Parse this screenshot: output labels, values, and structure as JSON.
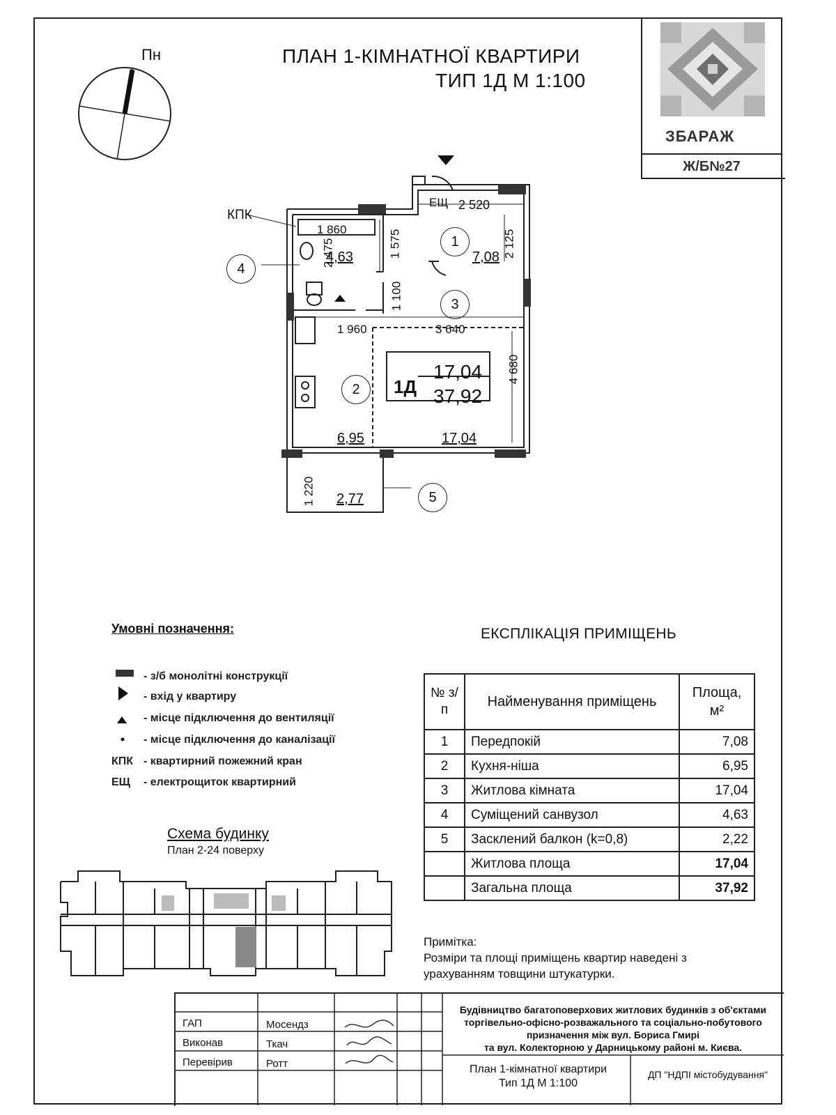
{
  "header": {
    "north": "Пн",
    "title_line1": "ПЛАН 1-КІМНАТНОЇ КВАРТИРИ",
    "title_line2": "ТИП 1Д   М 1:100"
  },
  "stamp": {
    "title": "ЗБАРАЖ",
    "subtitle": "Ж/Б№27"
  },
  "plan": {
    "kpk": "КПК",
    "eshch": "ЕЩ",
    "dim_2520": "2 520",
    "dim_1860": "1 860",
    "dim_2475": "2 475",
    "dim_1575": "1 575",
    "dim_2125": "2 125",
    "dim_1100": "1 100",
    "dim_1960": "1 960",
    "dim_3640": "3 640",
    "dim_4680": "4 680",
    "dim_1220": "1 220",
    "room1_no": "1",
    "room1_area": "7,08",
    "room2_no": "2",
    "room2_area": "6,95",
    "room3_no": "3",
    "room3_area": "17,04",
    "room4_no": "4",
    "room4_area": "4,63",
    "room5_no": "5",
    "room5_area": "2,77",
    "type_code": "1Д",
    "living_area": "17,04",
    "total_area": "37,92"
  },
  "legend": {
    "title": "Умовні позначення:",
    "items": [
      {
        "symbol": "",
        "text": "- з/б монолітні конструкції"
      },
      {
        "symbol": "",
        "text": "- вхід у квартиру"
      },
      {
        "symbol": "",
        "text": "- місце підключення до вентиляції"
      },
      {
        "symbol": "",
        "text": "- місце підключення до каналізації"
      },
      {
        "symbol": "КПК",
        "text": "- квартирний пожежний кран"
      },
      {
        "symbol": "ЕЩ",
        "text": "- електрощиток квартирний"
      }
    ]
  },
  "explication": {
    "title": "ЕКСПЛІКАЦІЯ ПРИМІЩЕНЬ",
    "col_no": "№ з/п",
    "col_name": "Найменування приміщень",
    "col_area": "Площа, м²",
    "rows": [
      {
        "no": "1",
        "name": "Передпокій",
        "area": "7,08"
      },
      {
        "no": "2",
        "name": "Кухня-ніша",
        "area": "6,95"
      },
      {
        "no": "3",
        "name": "Житлова кімната",
        "area": "17,04"
      },
      {
        "no": "4",
        "name": "Суміщений санвузол",
        "area": "4,63"
      },
      {
        "no": "5",
        "name": "Засклений балкон (k=0,8)",
        "area": "2,22"
      }
    ],
    "living_label": "Житлова площа",
    "living_value": "17,04",
    "total_label": "Загальна площа",
    "total_value": "37,92"
  },
  "note": {
    "heading": "Примітка:",
    "line1": "Розміри та площі приміщень квартир наведені з",
    "line2": "урахуванням товщини штукатурки."
  },
  "scheme": {
    "title": "Схема будинку",
    "subtitle": "План 2-24 поверху"
  },
  "footer": {
    "roles": [
      {
        "role": "ГАП",
        "name": "Мосендз"
      },
      {
        "role": "Виконав",
        "name": "Ткач"
      },
      {
        "role": "Перевірив",
        "name": "Ротт"
      }
    ],
    "project_line1": "Будівництво багатоповерхових житлових будинків з об'єктами",
    "project_line2": "торгівельно-офісно-розважального та соціально-побутового",
    "project_line3": "призначення між вул. Бориса Гмирі",
    "project_line4": "та вул. Колекторною у Дарницькому районі м. Києва.",
    "sheet_line1": "План 1-кімнатної квартири",
    "sheet_line2": "Тип 1Д  М 1:100",
    "org": "ДП \"НДПІ містобудування\""
  }
}
